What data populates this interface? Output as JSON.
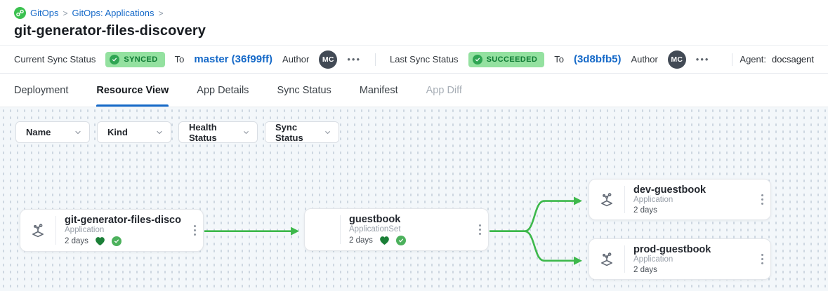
{
  "breadcrumb": {
    "separator": ">",
    "items": [
      {
        "label": "GitOps"
      },
      {
        "label": "GitOps: Applications"
      }
    ]
  },
  "page_title": "git-generator-files-discovery",
  "status_bar": {
    "current_sync": {
      "label": "Current Sync Status",
      "status": "SYNCED",
      "to_label": "To",
      "revision": "master (36f99ff)",
      "author_label": "Author",
      "author_initials": "MC",
      "more_label": "•••"
    },
    "last_sync": {
      "label": "Last Sync Status",
      "status": "SUCCEEDED",
      "to_label": "To",
      "revision": "(3d8bfb5)",
      "author_label": "Author",
      "author_initials": "MC",
      "more_label": "•••"
    },
    "agent": {
      "label": "Agent:",
      "value": "docsagent"
    }
  },
  "tabs": [
    {
      "label": "Deployment",
      "state": "normal"
    },
    {
      "label": "Resource View",
      "state": "active"
    },
    {
      "label": "App Details",
      "state": "normal"
    },
    {
      "label": "Sync Status",
      "state": "normal"
    },
    {
      "label": "Manifest",
      "state": "normal"
    },
    {
      "label": "App Diff",
      "state": "disabled"
    }
  ],
  "filters": [
    {
      "label": "Name"
    },
    {
      "label": "Kind"
    },
    {
      "label": "Health Status"
    },
    {
      "label": "Sync Status"
    }
  ],
  "graph": {
    "nodes": [
      {
        "title": "git-generator-files-disco...",
        "kind": "Application",
        "age": "2 days",
        "health": "healthy",
        "sync": "synced"
      },
      {
        "title": "guestbook",
        "kind": "ApplicationSet",
        "age": "2 days",
        "health": "healthy",
        "sync": "synced"
      },
      {
        "title": "dev-guestbook",
        "kind": "Application",
        "age": "2 days"
      },
      {
        "title": "prod-guestbook",
        "kind": "Application",
        "age": "2 days"
      }
    ]
  },
  "colors": {
    "accent_blue": "#1569c8",
    "badge_bg": "#94e1a0",
    "badge_text": "#0e7a33",
    "edge_green": "#3db84b",
    "health_green": "#1b7f37"
  }
}
